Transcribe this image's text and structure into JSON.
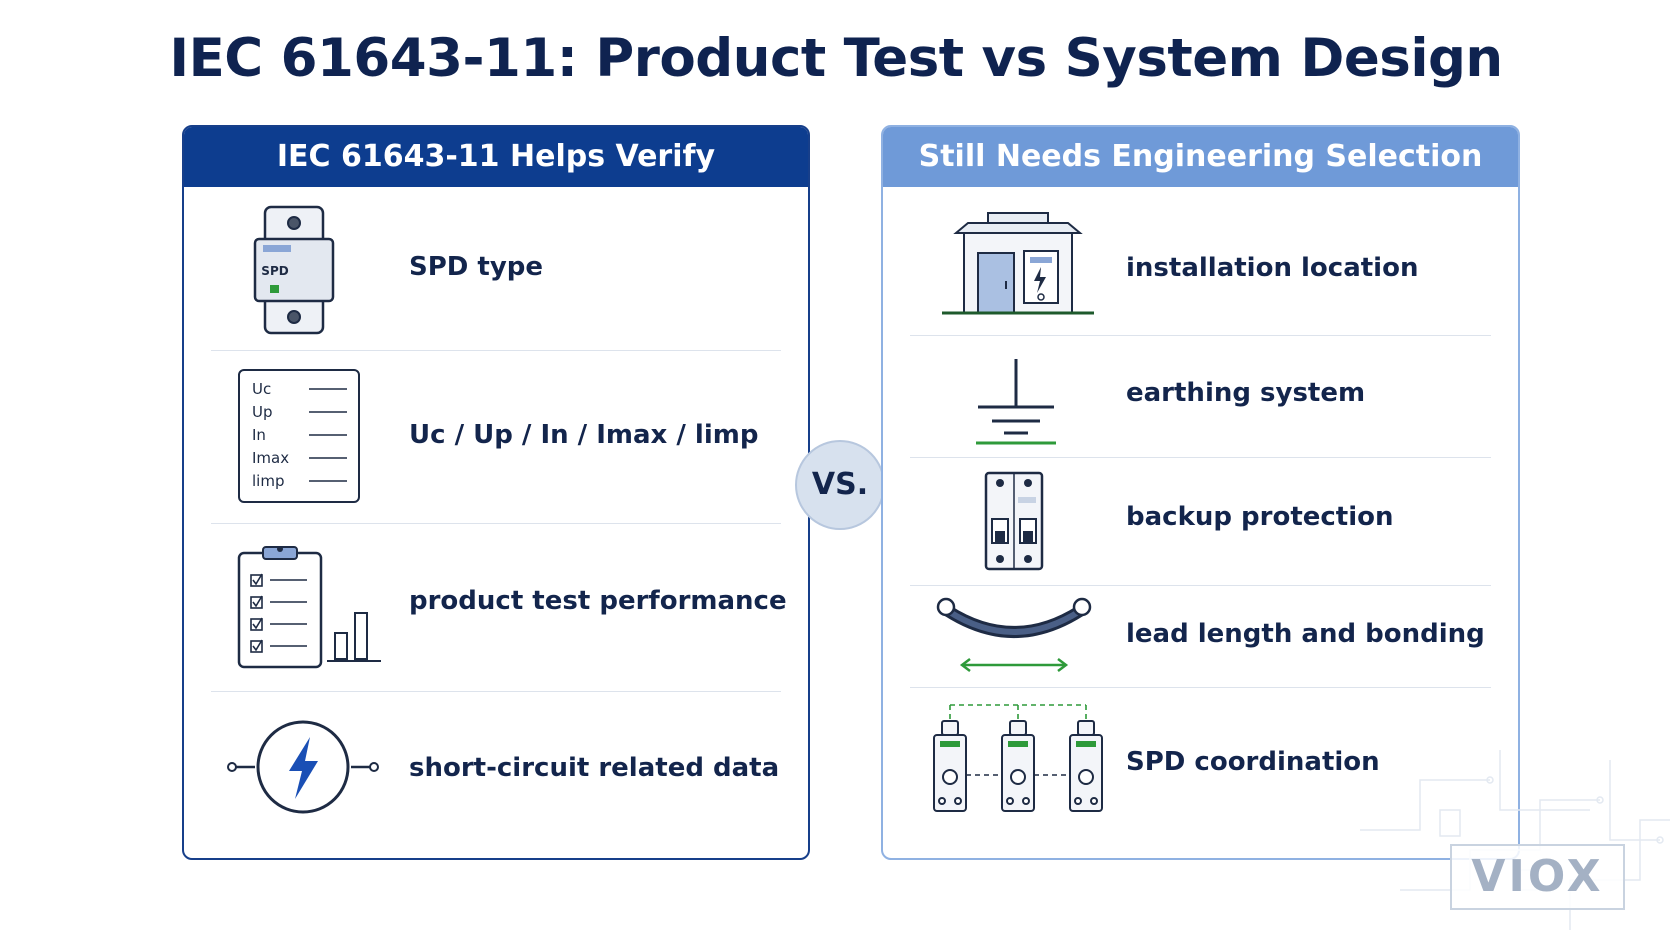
{
  "title": "IEC 61643-11: Product Test vs System Design",
  "left_panel": {
    "header": "IEC 61643-11 Helps Verify",
    "items": [
      {
        "label": "SPD type",
        "icon": "spd-device-icon"
      },
      {
        "label": "Uc / Up / In / Imax / limp",
        "icon": "parameter-sheet-icon"
      },
      {
        "label": "product test performance",
        "icon": "clipboard-chart-icon"
      },
      {
        "label": "short-circuit related data",
        "icon": "lightning-circuit-icon"
      }
    ],
    "spd_badge": "SPD",
    "params": [
      "Uc",
      "Up",
      "In",
      "Imax",
      "limp"
    ]
  },
  "vs_label": "VS.",
  "right_panel": {
    "header": "Still Needs Engineering Selection",
    "items": [
      {
        "label": "installation location",
        "icon": "building-panel-icon"
      },
      {
        "label": "earthing system",
        "icon": "ground-symbol-icon"
      },
      {
        "label": "backup protection",
        "icon": "breaker-icon"
      },
      {
        "label": "lead length and bonding",
        "icon": "cable-length-icon"
      },
      {
        "label": "SPD coordination",
        "icon": "spd-coordination-icon"
      }
    ]
  },
  "logo": "VIOX",
  "colors": {
    "left_header": "#0d3d8f",
    "right_header": "#6f9ad8",
    "title": "#0f2350",
    "accent_green": "#2e9a3a"
  }
}
